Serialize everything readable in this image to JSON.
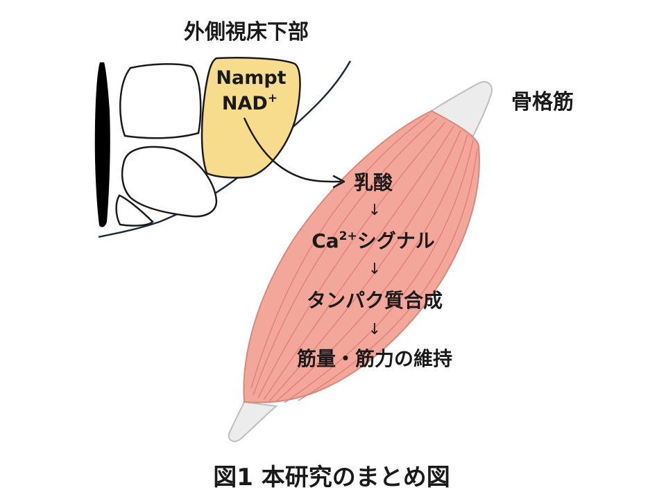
{
  "hypothalamus": {
    "region_label": "外側視床下部",
    "molecule_1": "Nampt",
    "molecule_2_base": "NAD",
    "molecule_2_sup": "+"
  },
  "muscle": {
    "label": "骨格筋"
  },
  "pathway": {
    "step1": "乳酸",
    "step2_base": "Ca",
    "step2_sup": "2+",
    "step2_rest": "シグナル",
    "step3": "タンパク質合成",
    "step4": "筋量・筋力の維持",
    "arrow_glyph": "↓"
  },
  "caption": "図1 本研究のまとめ図",
  "colors": {
    "hypothalamus_fill": "#f8dc8e",
    "muscle_fill": "#f3a79a",
    "muscle_fiber": "#e07f74",
    "tendon_fill": "#ececec",
    "outline": "#1a2a3a"
  }
}
